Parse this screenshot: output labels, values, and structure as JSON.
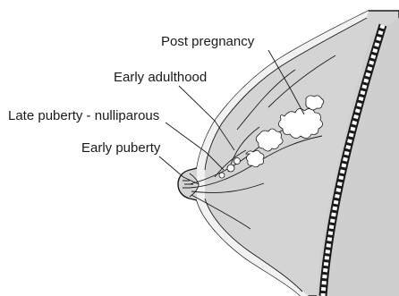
{
  "labels": {
    "post_pregnancy": "Post pregnancy",
    "early_adulthood": "Early adulthood",
    "late_puberty": "Late puberty - nulliparous",
    "early_puberty": "Early puberty"
  },
  "icons": {
    "outline": "breast-cross-section-icon",
    "chest_wall": "chest-wall-icon",
    "lobules": "lobule-icon"
  },
  "colors": {
    "line": "#1a1a1a",
    "tissue": "#d4d4d4",
    "skin": "#f2f2f2",
    "lobule_fill": "#ffffff"
  }
}
